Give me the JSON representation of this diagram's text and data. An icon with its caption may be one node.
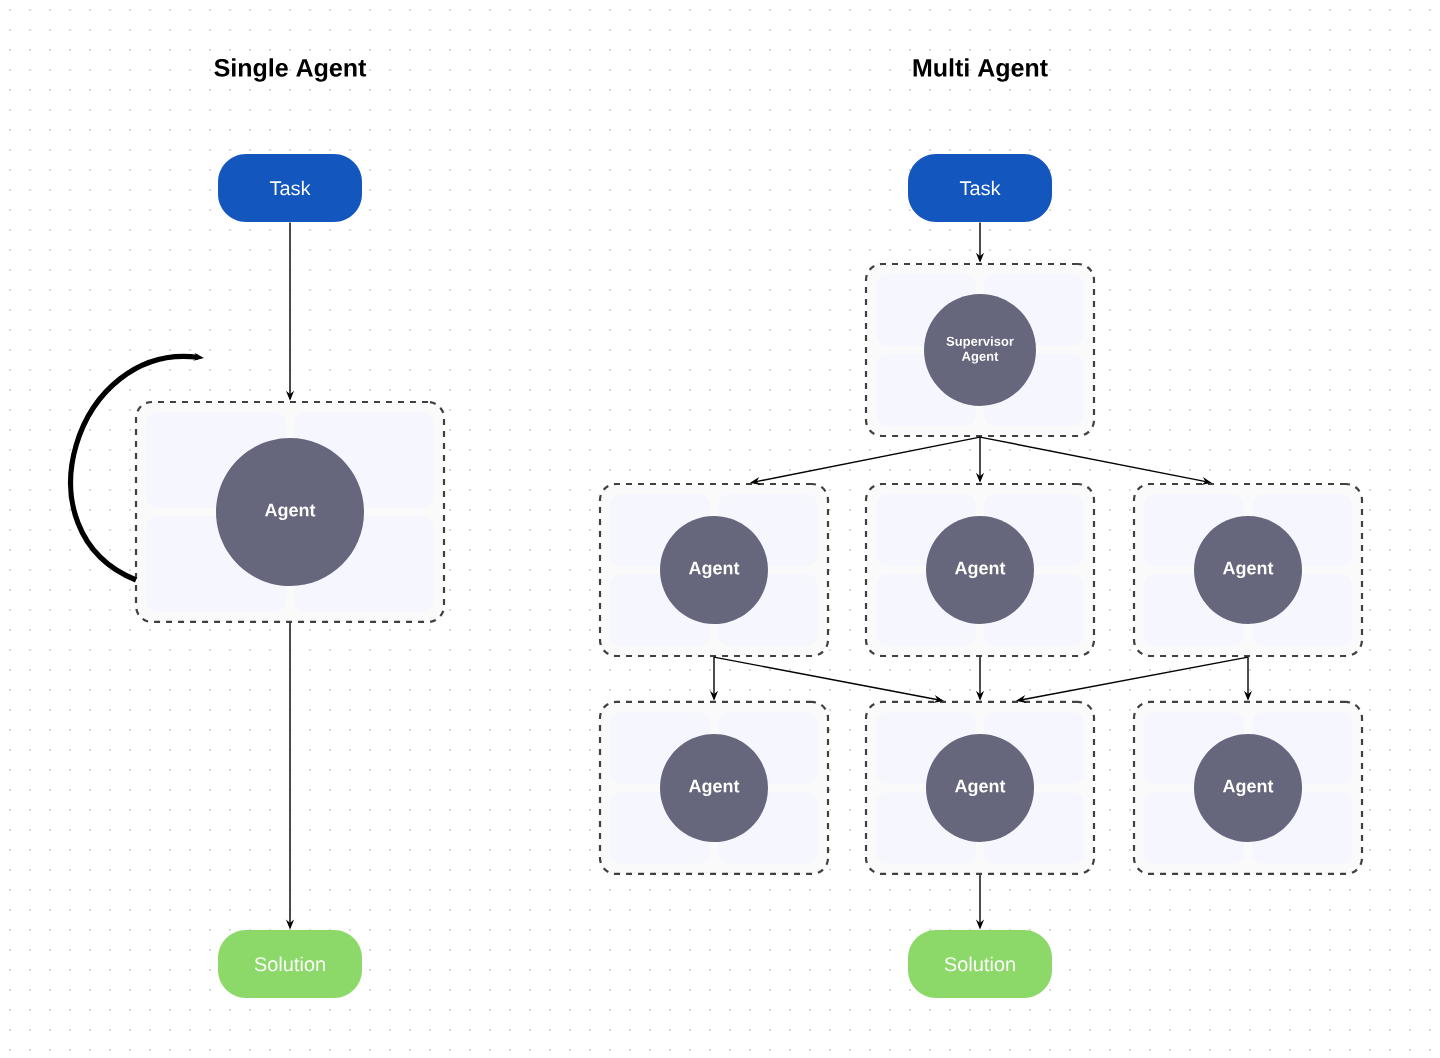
{
  "diagram": {
    "nodes": [
      {
        "text": [
          "Task"
        ]
      },
      {
        "text": [],
        "shape": "box"
      },
      {
        "text": [
          "Agent"
        ],
        "in": 1
      },
      {
        "text": [
          "Solution"
        ]
      },
      {
        "text": [
          "Task"
        ]
      },
      {
        "text": [],
        "shape": "box"
      },
      {
        "text": [
          "Supervisor Agent"
        ],
        "in": 5
      },
      {
        "text": [],
        "shape": "box"
      },
      {
        "text": [
          "Agent"
        ],
        "in": 7
      },
      {
        "text": [],
        "shape": "box"
      },
      {
        "text": [
          "Agent"
        ],
        "in": 9
      },
      {
        "text": [],
        "shape": "box"
      },
      {
        "text": [
          "Agent"
        ],
        "in": 11
      },
      {
        "text": [],
        "shape": "box"
      },
      {
        "text": [
          "Agent"
        ],
        "in": 13
      },
      {
        "text": [],
        "shape": "box"
      },
      {
        "text": [
          "Agent"
        ],
        "in": 15
      },
      {
        "text": [],
        "shape": "box"
      },
      {
        "text": [
          "Agent"
        ],
        "in": 17
      },
      {
        "text": [
          "Solution"
        ]
      }
    ],
    "edges": [
      {
        "from": 0,
        "to": 1,
        "arrow": "to"
      },
      {
        "from": 1,
        "to": null,
        "arrow": "to",
        "style": "thick"
      },
      {
        "from": 1,
        "to": 3,
        "arrow": "to"
      },
      {
        "from": 4,
        "to": 5,
        "arrow": "to"
      },
      {
        "from": 5,
        "to": 7,
        "arrow": "to"
      },
      {
        "from": 5,
        "to": 9,
        "arrow": "to"
      },
      {
        "from": 5,
        "to": 11,
        "arrow": "to"
      },
      {
        "from": 7,
        "to": 13,
        "arrow": "to"
      },
      {
        "from": 7,
        "to": 15,
        "arrow": "to"
      },
      {
        "from": 9,
        "to": 15,
        "arrow": "to"
      },
      {
        "from": 11,
        "to": 15,
        "arrow": "to"
      },
      {
        "from": 11,
        "to": 17,
        "arrow": "to"
      },
      {
        "from": 15,
        "to": 19,
        "arrow": "to"
      }
    ],
    "labels": [
      "Single Agent",
      "Multi Agent"
    ]
  }
}
